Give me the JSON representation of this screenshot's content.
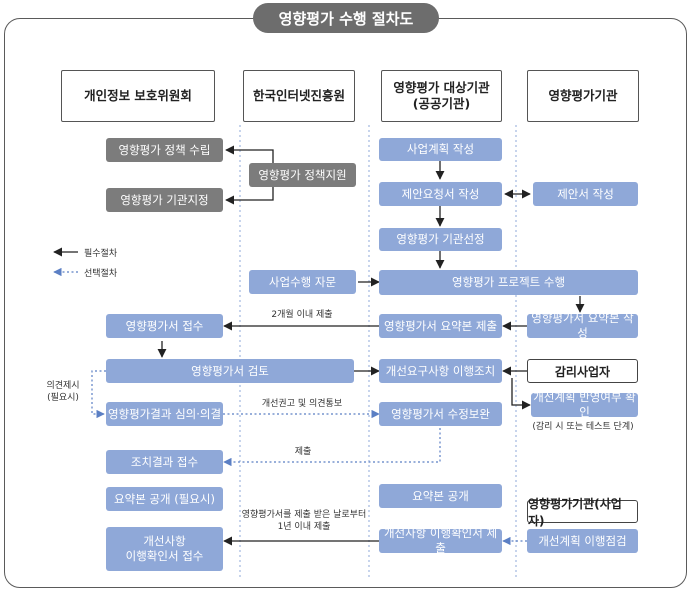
{
  "title": "영향평가 수행 절차도",
  "columns": {
    "pipc": "개인정보 보호위원회",
    "kisa": "한국인터넷진흥원",
    "target_line1": "영향평가 대상기관",
    "target_line2": "(공공기관)",
    "evaluator": "영향평가기관"
  },
  "boxes": {
    "policy_setting": "영향평가 정책 수립",
    "agency_designation": "영향평가 기관지정",
    "policy_support": "영향평가 정책지원",
    "consulting": "사업수행 자문",
    "business_plan": "사업계획 작성",
    "rfp": "제안요청서 작성",
    "proposal": "제안서 작성",
    "agency_selection": "영향평가 기관선정",
    "project": "영향평가 프로젝트 수행",
    "report_receive": "영향평가서 접수",
    "summary_submit": "영향평가서 요약본 제출",
    "summary_write": "영향평가서 요약본 작성",
    "report_review": "영향평가서 검토",
    "improvement_action": "개선요구사항 이행조치",
    "auditor": "감리사업자",
    "plan_reflection": "개선계획 반영여부 확인",
    "deliberation": "영향평가결과 심의·의결",
    "report_revise": "영향평가서 수정보완",
    "action_receive": "조치결과 접수",
    "summary_public": "요약본 공개 (필요시)",
    "summary_open": "요약본 공개",
    "evaluator_business": "영향평가기관(사업자)",
    "plan_check": "개선계획 이행점검",
    "confirm_receive_line1": "개선사항",
    "confirm_receive_line2": "이행확인서 접수",
    "confirm_submit": "개선사항 이행확인서 제출"
  },
  "notes": {
    "within_two_months": "2개월 이내 제출",
    "opinion_line1": "의견제시",
    "opinion_line2": "(필요시)",
    "recommendation": "개선권고 및 의견통보",
    "submit": "제출",
    "audit_note": "(감리 시 또는 테스트 단계)",
    "one_year_line1": "영향평가서를 제출 받은 날로부터",
    "one_year_line2": "1년 이내 제출"
  },
  "legend": {
    "required": "필수절차",
    "optional": "선택절차"
  },
  "colors": {
    "blue_box": "#8fa8d8",
    "gray_box": "#7c7c7c",
    "optional_arrow": "#5b7fc4",
    "required_arrow": "#222222"
  }
}
